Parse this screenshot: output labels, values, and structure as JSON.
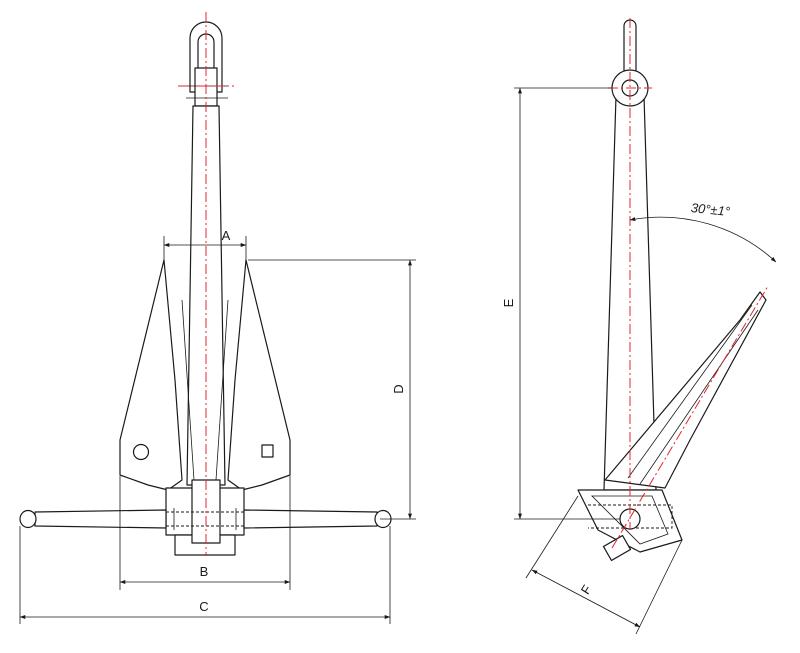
{
  "drawing": {
    "front_view": {
      "labels": {
        "a": "A",
        "b": "B",
        "c": "C",
        "d": "D"
      }
    },
    "side_view": {
      "labels": {
        "e": "E",
        "f": "F"
      },
      "angle_note": "30°±1°"
    },
    "colors": {
      "line": "#1a1a1a",
      "centerline": "#e0242c",
      "background": "#ffffff"
    }
  }
}
